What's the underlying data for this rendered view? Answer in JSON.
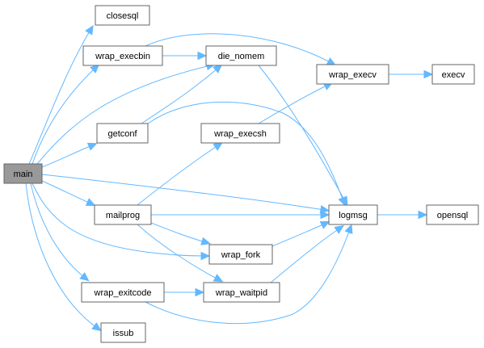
{
  "graph": {
    "edge_color": "#63b8ff",
    "node_fill": "#ffffff",
    "node_border": "#666666",
    "highlight_fill": "#999999",
    "nodes": {
      "main": "main",
      "closesql": "closesql",
      "wrap_execbin": "wrap_execbin",
      "die_nomem": "die_nomem",
      "wrap_execv": "wrap_execv",
      "execv": "execv",
      "getconf": "getconf",
      "wrap_execsh": "wrap_execsh",
      "mailprog": "mailprog",
      "logmsg": "logmsg",
      "opensql": "opensql",
      "wrap_fork": "wrap_fork",
      "wrap_exitcode": "wrap_exitcode",
      "wrap_waitpid": "wrap_waitpid",
      "issub": "issub"
    },
    "highlighted": "main",
    "edges": [
      [
        "main",
        "closesql"
      ],
      [
        "main",
        "wrap_execbin"
      ],
      [
        "main",
        "die_nomem"
      ],
      [
        "main",
        "getconf"
      ],
      [
        "main",
        "logmsg"
      ],
      [
        "main",
        "mailprog"
      ],
      [
        "main",
        "wrap_fork"
      ],
      [
        "main",
        "wrap_exitcode"
      ],
      [
        "main",
        "issub"
      ],
      [
        "wrap_execbin",
        "die_nomem"
      ],
      [
        "wrap_execbin",
        "wrap_execv"
      ],
      [
        "getconf",
        "die_nomem"
      ],
      [
        "getconf",
        "logmsg"
      ],
      [
        "die_nomem",
        "logmsg"
      ],
      [
        "wrap_execv",
        "execv"
      ],
      [
        "wrap_execsh",
        "wrap_execv"
      ],
      [
        "mailprog",
        "wrap_execsh"
      ],
      [
        "mailprog",
        "logmsg"
      ],
      [
        "mailprog",
        "wrap_fork"
      ],
      [
        "mailprog",
        "wrap_waitpid"
      ],
      [
        "logmsg",
        "opensql"
      ],
      [
        "wrap_fork",
        "logmsg"
      ],
      [
        "wrap_exitcode",
        "wrap_waitpid"
      ],
      [
        "wrap_exitcode",
        "logmsg"
      ],
      [
        "wrap_waitpid",
        "logmsg"
      ]
    ]
  }
}
